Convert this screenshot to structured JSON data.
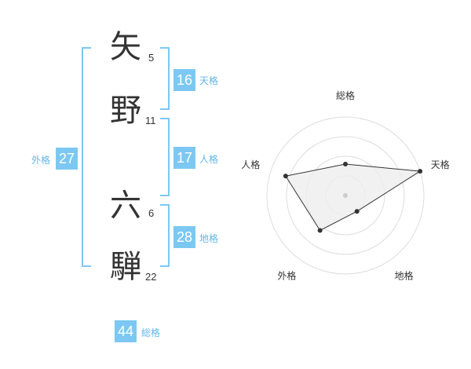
{
  "name": {
    "characters": [
      {
        "char": "矢",
        "strokes": "5"
      },
      {
        "char": "野",
        "strokes": "11"
      },
      {
        "char": "六",
        "strokes": "6"
      },
      {
        "char": "騨",
        "strokes": "22"
      }
    ]
  },
  "kaku": {
    "tenkaku": {
      "value": "16",
      "label": "天格"
    },
    "jinkaku": {
      "value": "17",
      "label": "人格"
    },
    "chikaku": {
      "value": "28",
      "label": "地格"
    },
    "gaikaku": {
      "value": "27",
      "label": "外格"
    },
    "soukaku": {
      "value": "44",
      "label": "総格"
    }
  },
  "chart_data": {
    "type": "radar",
    "axes": [
      "総格",
      "天格",
      "地格",
      "外格",
      "人格"
    ],
    "values": [
      0.4,
      1.0,
      0.25,
      0.55,
      0.8
    ],
    "range": [
      0,
      1
    ],
    "rings": 4,
    "colors": {
      "fill": "#eeeeee",
      "line": "#333333",
      "ring": "#dddddd",
      "point": "#333333",
      "center": "#cccccc"
    }
  },
  "colors": {
    "accent": "#7cc8f2",
    "label": "#62b6ea"
  }
}
